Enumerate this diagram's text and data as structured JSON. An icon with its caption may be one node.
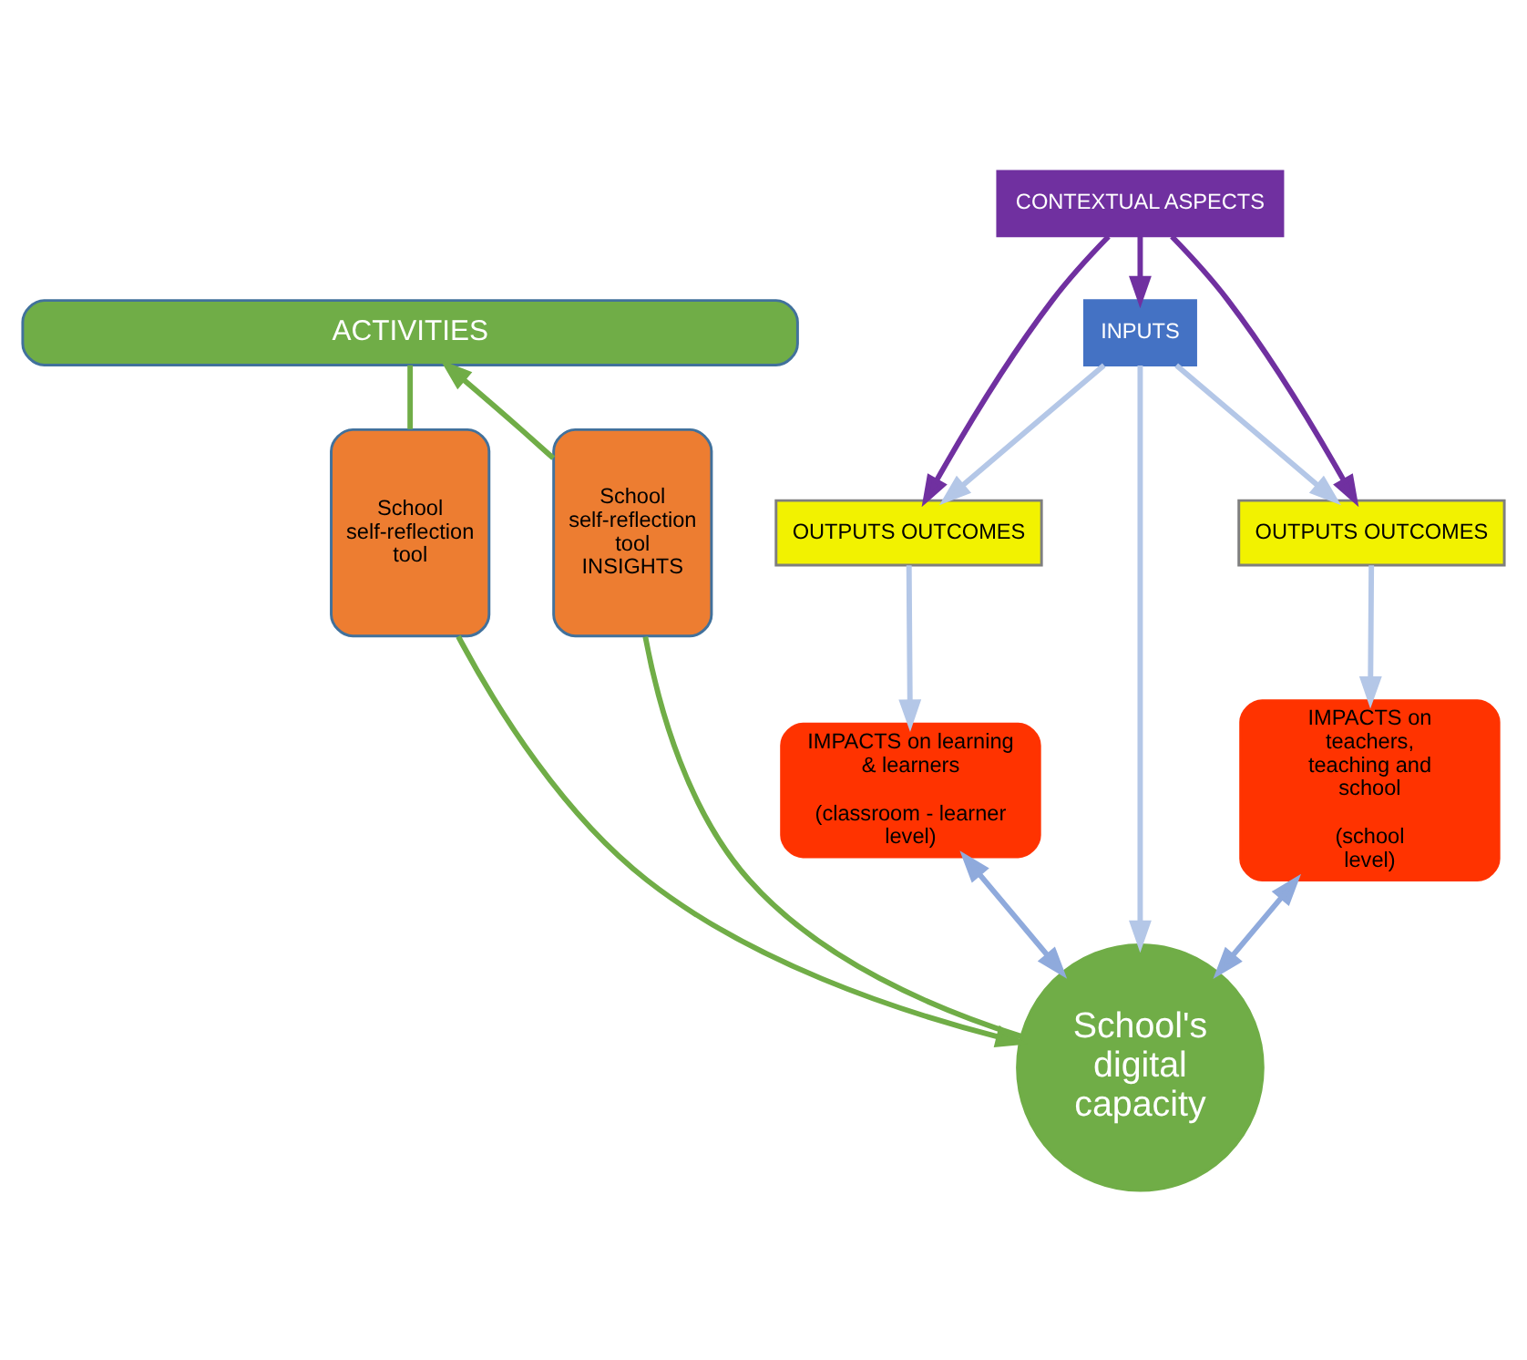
{
  "diagram": {
    "nodes": [
      {
        "text": [
          "ACTIVITIES"
        ]
      },
      {
        "text": [
          "CONTEXTUAL ASPECTS"
        ]
      },
      {
        "text": [
          "INPUTS"
        ]
      },
      {
        "text": [
          "OUTPUTS OUTCOMES"
        ]
      },
      {
        "text": [
          "OUTPUTS OUTCOMES"
        ]
      },
      {
        "text": [
          "IMPACTS on learning & learners",
          "(classroom - learner level)"
        ]
      },
      {
        "text": [
          "IMPACTS on teachers, teaching and school",
          "(school level)"
        ]
      },
      {
        "text": [
          "School's digital capacity"
        ]
      },
      {
        "text": [
          "School self-reflection tool"
        ]
      },
      {
        "text": [
          "School self-reflection tool INSIGHTS"
        ]
      }
    ],
    "edges": [
      {
        "from": 0,
        "to": 8,
        "arrow": "none",
        "color": "#70ad47"
      },
      {
        "from": 8,
        "to": 7,
        "arrow": "to",
        "color": "#70ad47"
      },
      {
        "from": 7,
        "to": 9,
        "arrow": "none",
        "color": "#70ad47"
      },
      {
        "from": 9,
        "to": 0,
        "arrow": "to",
        "color": "#70ad47"
      },
      {
        "from": 1,
        "to": 3,
        "arrow": "to",
        "color": "#7030a0"
      },
      {
        "from": 1,
        "to": 2,
        "arrow": "to",
        "color": "#7030a0"
      },
      {
        "from": 1,
        "to": 4,
        "arrow": "to",
        "color": "#7030a0"
      },
      {
        "from": 2,
        "to": 3,
        "arrow": "to",
        "color": "#b4c7e7"
      },
      {
        "from": 2,
        "to": 4,
        "arrow": "to",
        "color": "#b4c7e7"
      },
      {
        "from": 2,
        "to": 7,
        "arrow": "to",
        "color": "#b4c7e7"
      },
      {
        "from": 3,
        "to": 5,
        "arrow": "to",
        "color": "#b4c7e7"
      },
      {
        "from": 4,
        "to": 6,
        "arrow": "to",
        "color": "#b4c7e7"
      },
      {
        "from": 5,
        "to": 7,
        "arrow": "both",
        "color": "#8faadc"
      },
      {
        "from": 6,
        "to": 7,
        "arrow": "both",
        "color": "#8faadc"
      }
    ]
  }
}
